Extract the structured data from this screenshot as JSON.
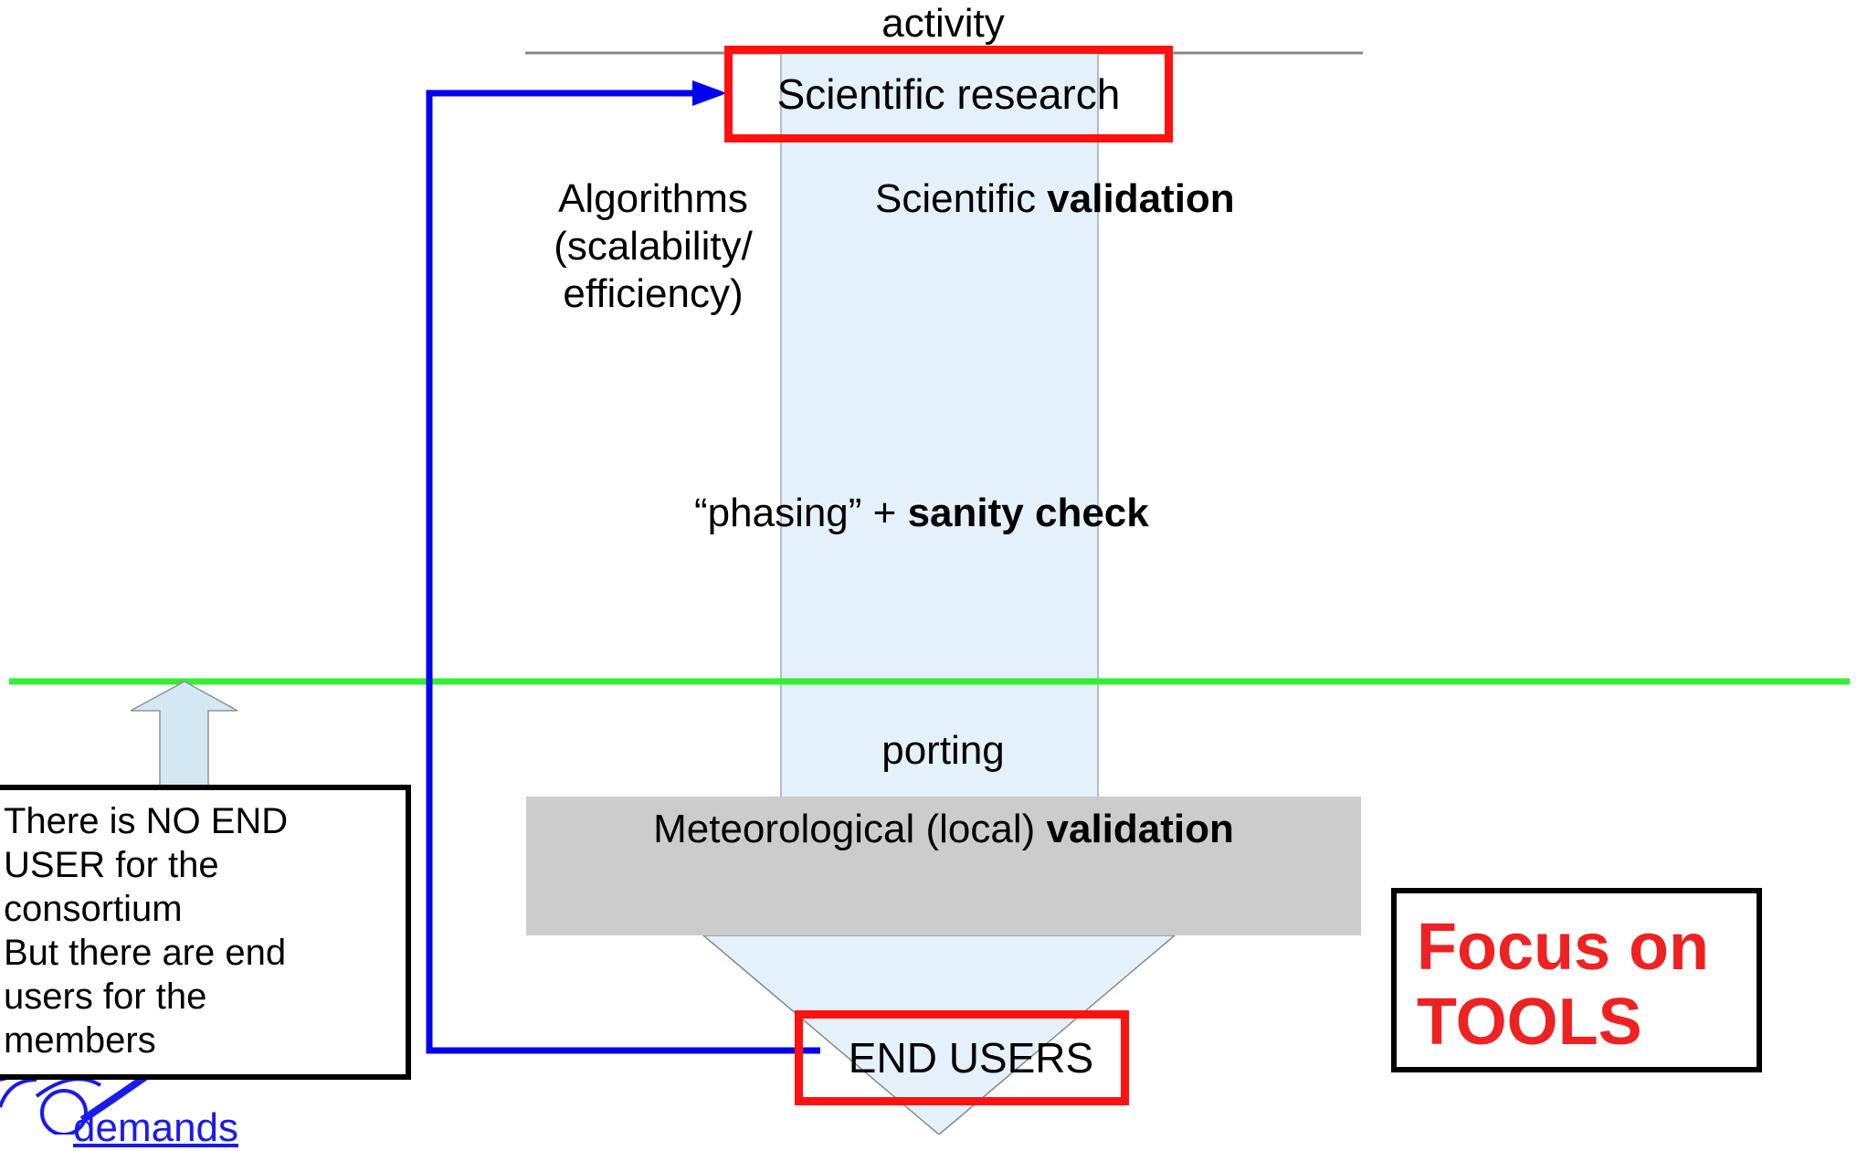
{
  "top_label": "activity",
  "top_box": {
    "label": "Scientific research"
  },
  "algorithms_label": "Algorithms\n(scalability/\nefficiency)",
  "sci_validation": {
    "prefix": "Scientific ",
    "bold": "validation"
  },
  "phasing": {
    "prefix": "“phasing” + ",
    "bold": "sanity check"
  },
  "porting_label": "porting",
  "met_validation": {
    "prefix": "Meteorological (local) ",
    "bold": "validation"
  },
  "end_users_box": {
    "label": "END USERS"
  },
  "note_box": {
    "text": "There is NO END\nUSER for the\nconsortium\nBut there are end\nusers for the\nmembers"
  },
  "focus_box": {
    "text": "Focus on\nTOOLS"
  },
  "logo": {
    "text": "demands"
  },
  "colors": {
    "red_box": "#ff1111",
    "feedback_arrow": "#0000ee",
    "divider": "#33ee33",
    "flow_fill": "#e4f1fa",
    "up_arrow_fill": "#d4e8f4",
    "grey_band": "#cccccc",
    "focus_text": "#ee2222"
  }
}
